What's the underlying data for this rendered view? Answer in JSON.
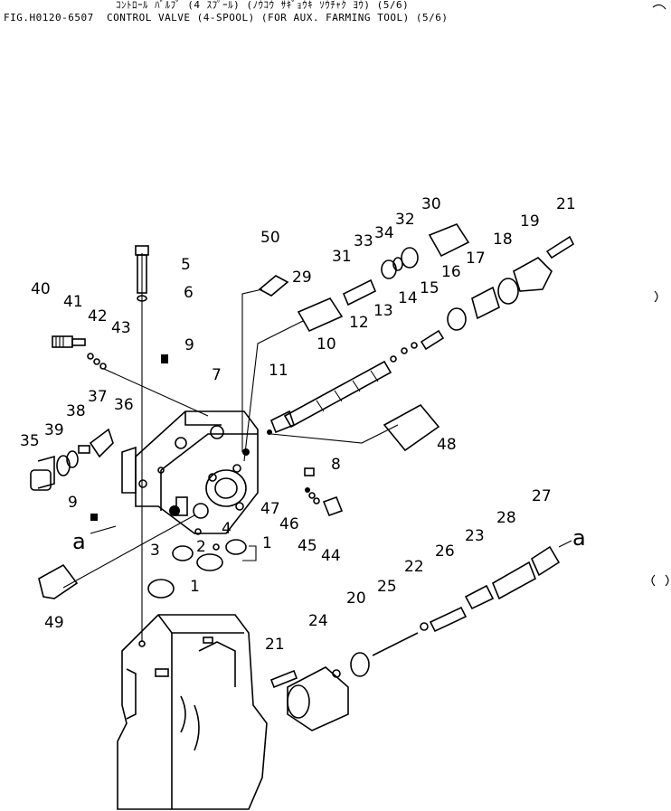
{
  "header": {
    "japanese_title": "ｺﾝﾄﾛｰﾙ ﾊﾞﾙﾌﾞ (4 ｽﾌﾟｰﾙ) (ﾉｳｺｳ ｻｷﾞｮｳｷ ｿｳﾁｬｸ ﾖｳ) (5/6)",
    "figure_title": "FIG.H0120-6507  CONTROL VALVE (4-SPOOL) (FOR AUX. FARMING TOOL) (5/6)"
  },
  "callouts": [
    "1",
    "1",
    "2",
    "3",
    "4",
    "5",
    "6",
    "7",
    "8",
    "9",
    "9",
    "10",
    "11",
    "12",
    "13",
    "14",
    "15",
    "16",
    "17",
    "18",
    "19",
    "20",
    "21",
    "21",
    "22",
    "23",
    "24",
    "25",
    "26",
    "27",
    "28",
    "29",
    "30",
    "31",
    "32",
    "33",
    "34",
    "35",
    "36",
    "37",
    "38",
    "39",
    "40",
    "41",
    "42",
    "43",
    "44",
    "45",
    "46",
    "47",
    "48",
    "49",
    "50"
  ],
  "reference_marks": {
    "left": "a",
    "right": "a"
  }
}
